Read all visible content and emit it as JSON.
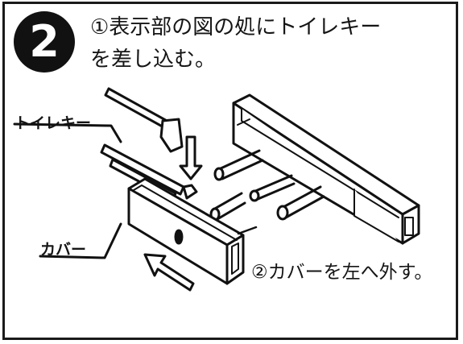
{
  "step_number": "2",
  "instruction_1_line1": "①表示部の図の処にトイレキー",
  "instruction_1_line2": "を差し込む。",
  "instruction_2": "②カバーを左へ外す。",
  "labels": {
    "toilet_key": "トイレキー",
    "cover": "カバー"
  }
}
